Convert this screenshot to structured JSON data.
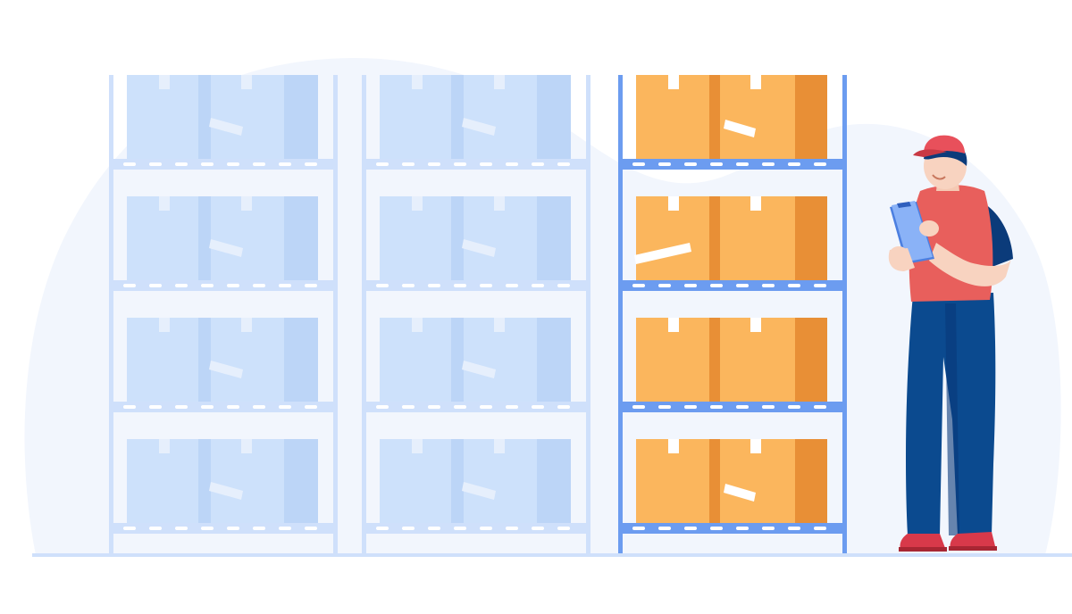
{
  "scene": {
    "kind": "warehouse-inventory-illustration",
    "shelf_units": [
      {
        "id": "unit-1",
        "state": "faded",
        "shelves": 4
      },
      {
        "id": "unit-2",
        "state": "faded",
        "shelves": 4
      },
      {
        "id": "unit-3",
        "state": "stocked",
        "shelves": 4
      }
    ],
    "worker": {
      "holding": "clipboard-icon",
      "cap_color": "#e8505b",
      "shirt_color": "#e85f5c",
      "pants_color": "#0b4a8f"
    }
  },
  "colors": {
    "blob": "#f2f6fd",
    "floor": "#cfe0fb",
    "faded_frame": "#cfe0fb",
    "faded_box": "#cde1fb",
    "faded_box_dark": "#bcd5f7",
    "stocked_frame": "#6c9cf0",
    "box_light": "#fbb65d",
    "box_dark": "#e88f36",
    "tape": "#ffffff"
  }
}
